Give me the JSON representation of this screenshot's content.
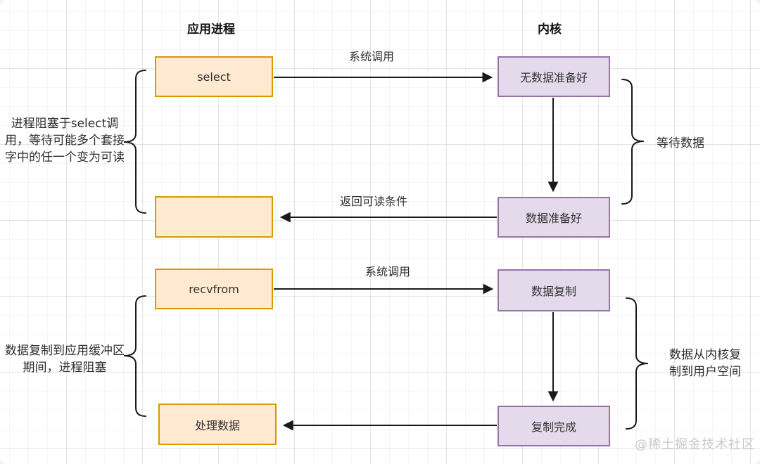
{
  "headers": {
    "left": "应用进程",
    "right": "内核"
  },
  "boxes": {
    "select": "select",
    "empty": "",
    "recvfrom": "recvfrom",
    "process_data": "处理数据",
    "no_data_ready": "无数据准备好",
    "data_ready": "数据准备好",
    "data_copy": "数据复制",
    "copy_done": "复制完成"
  },
  "edge_labels": {
    "syscall_top": "系统调用",
    "return_readable": "返回可读条件",
    "syscall_bottom": "系统调用"
  },
  "annotations": {
    "left_top": "进程阻塞于select调用，等待可能多个套接字中的任一个变为可读",
    "left_bottom": "数据复制到应用缓冲区期间，进程阻塞",
    "right_top": "等待数据",
    "right_bottom": "数据从内核复制到用户空间"
  },
  "watermark": "@稀土掘金技术社区",
  "colors": {
    "orange_fill": "#ffe9d1",
    "orange_stroke": "#d79b00",
    "purple_fill": "#e4daec",
    "purple_stroke": "#9673a6",
    "arrow": "#1a1a1a",
    "watermark": "#c9c9c9"
  }
}
